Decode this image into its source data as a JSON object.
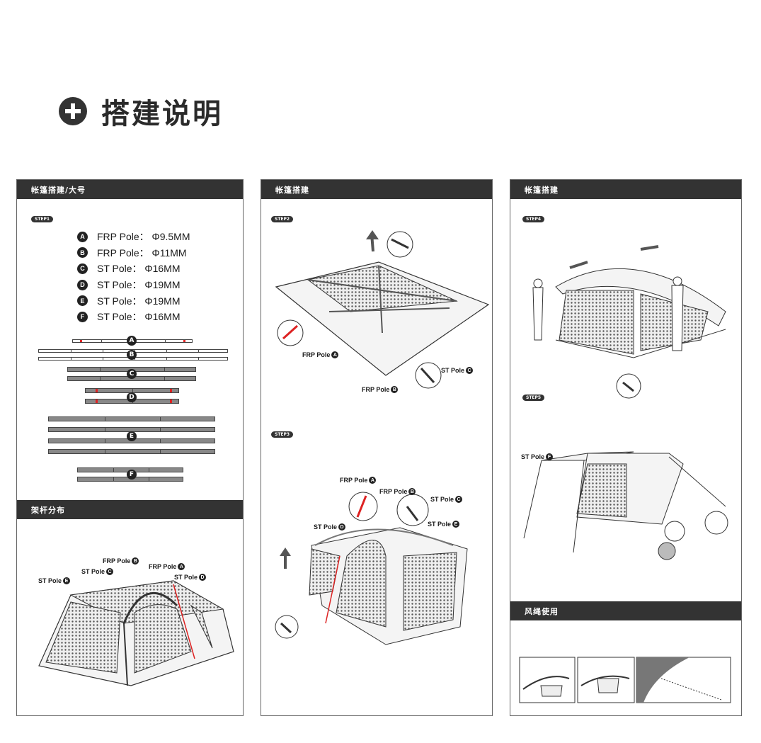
{
  "page": {
    "title": "搭建说明"
  },
  "panel1": {
    "header": "帐篷搭建/大号",
    "step": "STEP1",
    "specs": [
      {
        "letter": "A",
        "text": "FRP Pole：  Φ9.5MM"
      },
      {
        "letter": "B",
        "text": "FRP Pole：  Φ11MM"
      },
      {
        "letter": "C",
        "text": "ST Pole：  Φ16MM"
      },
      {
        "letter": "D",
        "text": "ST Pole：  Φ19MM"
      },
      {
        "letter": "E",
        "text": "ST Pole：  Φ19MM"
      },
      {
        "letter": "F",
        "text": "ST Pole：  Φ16MM"
      }
    ],
    "pole_letters": [
      "A",
      "B",
      "C",
      "D",
      "E",
      "F"
    ],
    "section2_header": "架杆分布",
    "dist_labels": {
      "frp_b": "FRP Pole",
      "frp_b_l": "B",
      "st_c": "ST Pole",
      "st_c_l": "C",
      "frp_a": "FRP Pole",
      "frp_a_l": "A",
      "st_e": "ST Pole",
      "st_e_l": "E",
      "st_d": "ST Pole",
      "st_d_l": "D"
    }
  },
  "panel2": {
    "header": "帐篷搭建",
    "step2": "STEP2",
    "step3": "STEP3",
    "s2_labels": {
      "frp_a": "FRP Pole",
      "frp_a_l": "A",
      "st_c": "ST Pole",
      "st_c_l": "C",
      "frp_b": "FRP Pole",
      "frp_b_l": "B"
    },
    "s3_labels": {
      "frp_a": "FRP Pole",
      "frp_a_l": "A",
      "frp_b": "FRP Pole",
      "frp_b_l": "B",
      "st_c": "ST Pole",
      "st_c_l": "C",
      "st_d": "ST Pole",
      "st_d_l": "D",
      "st_e": "ST Pole",
      "st_e_l": "E"
    }
  },
  "panel3": {
    "header": "帐篷搭建",
    "step4": "STEP4",
    "step5": "STEP5",
    "s5_label": "ST Pole",
    "s5_label_l": "F",
    "section2_header": "风绳使用"
  },
  "colors": {
    "dark": "#333333",
    "accent": "#d22222",
    "mesh": "#555555"
  }
}
